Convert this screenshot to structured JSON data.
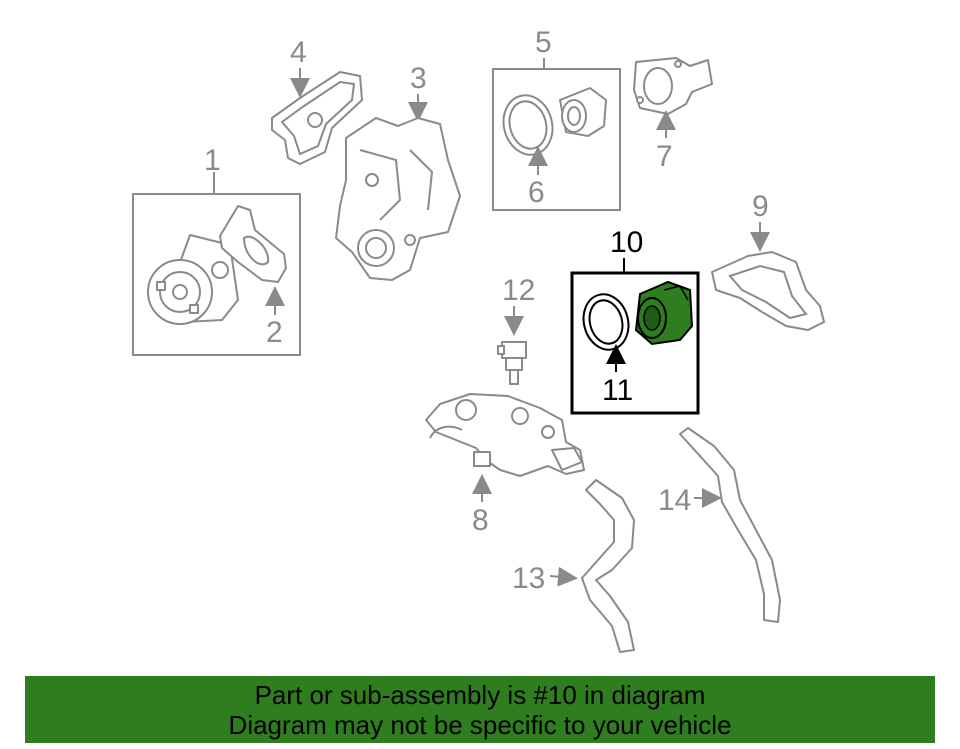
{
  "callouts": {
    "c1": "1",
    "c2": "2",
    "c3": "3",
    "c4": "4",
    "c5": "5",
    "c6": "6",
    "c7": "7",
    "c8": "8",
    "c9": "9",
    "c10": "10",
    "c11": "11",
    "c12": "12",
    "c13": "13",
    "c14": "14"
  },
  "highlight": {
    "part_number": "10",
    "color": "#2e7d1e"
  },
  "banner": {
    "line1": "Part or sub-assembly is #10 in diagram",
    "line2": "Diagram may not be specific to your vehicle"
  }
}
